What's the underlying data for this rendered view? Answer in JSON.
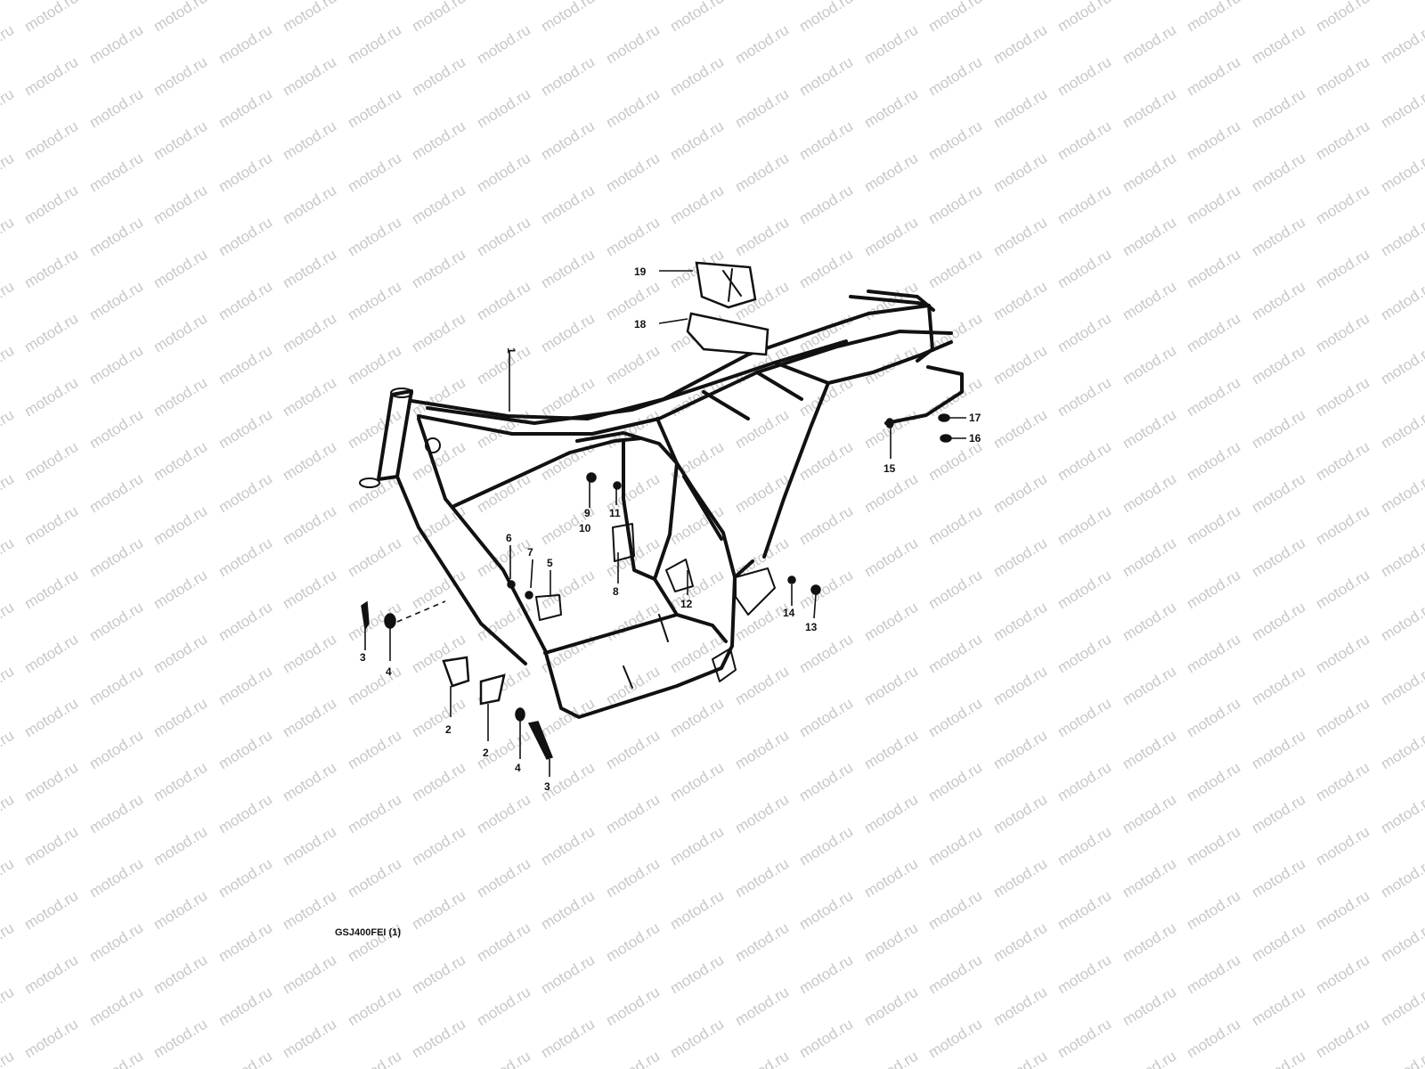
{
  "watermark": {
    "text": "motod.ru",
    "color": "#c8c8c8"
  },
  "diagram": {
    "code_label": "GSJ400FEI (1)",
    "callouts": [
      {
        "id": "c1",
        "label": "1"
      },
      {
        "id": "c2a",
        "label": "2"
      },
      {
        "id": "c2b",
        "label": "2"
      },
      {
        "id": "c3a",
        "label": "3"
      },
      {
        "id": "c3b",
        "label": "3"
      },
      {
        "id": "c4a",
        "label": "4"
      },
      {
        "id": "c4b",
        "label": "4"
      },
      {
        "id": "c5",
        "label": "5"
      },
      {
        "id": "c6",
        "label": "6"
      },
      {
        "id": "c7",
        "label": "7"
      },
      {
        "id": "c8",
        "label": "8"
      },
      {
        "id": "c9",
        "label": "9"
      },
      {
        "id": "c10",
        "label": "10"
      },
      {
        "id": "c11",
        "label": "11"
      },
      {
        "id": "c12",
        "label": "12"
      },
      {
        "id": "c13",
        "label": "13"
      },
      {
        "id": "c14",
        "label": "14"
      },
      {
        "id": "c15",
        "label": "15"
      },
      {
        "id": "c16",
        "label": "16"
      },
      {
        "id": "c17",
        "label": "17"
      },
      {
        "id": "c18",
        "label": "18"
      },
      {
        "id": "c19",
        "label": "19"
      }
    ]
  }
}
